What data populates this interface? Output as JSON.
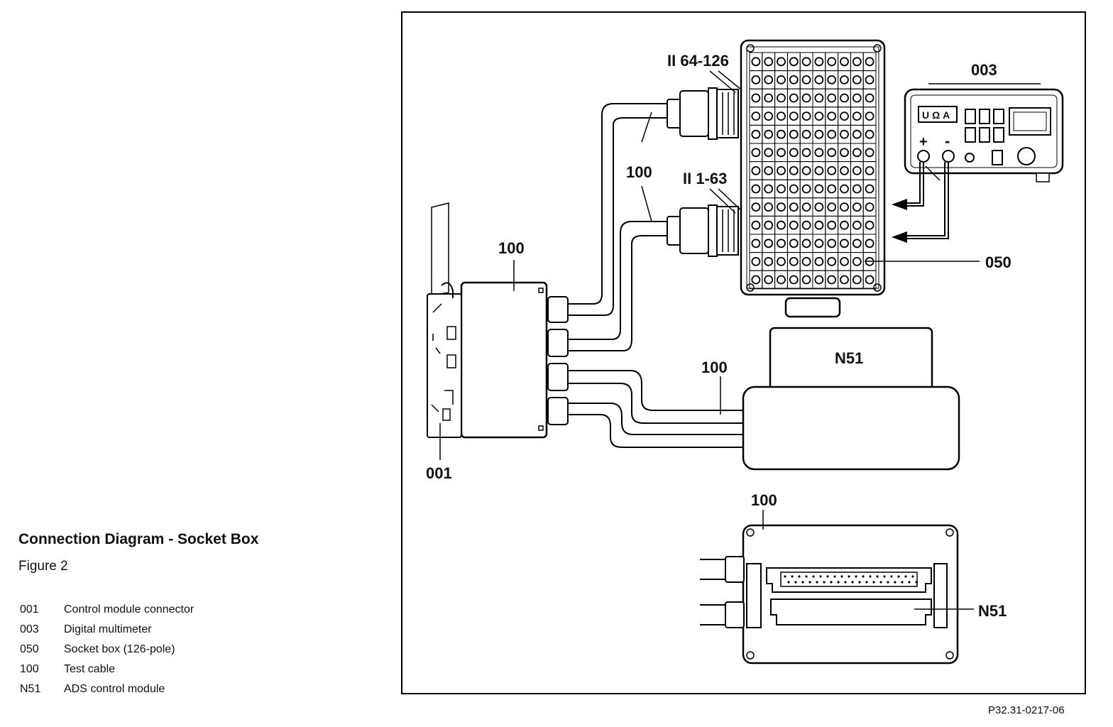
{
  "caption": {
    "title": "Connection Diagram - Socket Box",
    "subtitle": "Figure 2"
  },
  "legend": [
    {
      "code": "001",
      "label": "Control module connector"
    },
    {
      "code": "003",
      "label": "Digital multimeter"
    },
    {
      "code": "050",
      "label": "Socket box (126-pole)"
    },
    {
      "code": "100",
      "label": "Test cable"
    },
    {
      "code": "N51",
      "label": "ADS control module"
    }
  ],
  "labels": {
    "connector_upper": "II 64-126",
    "connector_lower": "II 1-63",
    "multimeter": "003",
    "multimeter_mode": "U Ω A",
    "plus": "+",
    "minus": "-",
    "socket_box": "050",
    "cable_mid": "100",
    "cable_box": "100",
    "cable_n51": "100",
    "control_connector": "001",
    "ads_module": "N51",
    "inset_cable": "100",
    "inset_module": "N51"
  },
  "reference": "P32.31-0217-06"
}
